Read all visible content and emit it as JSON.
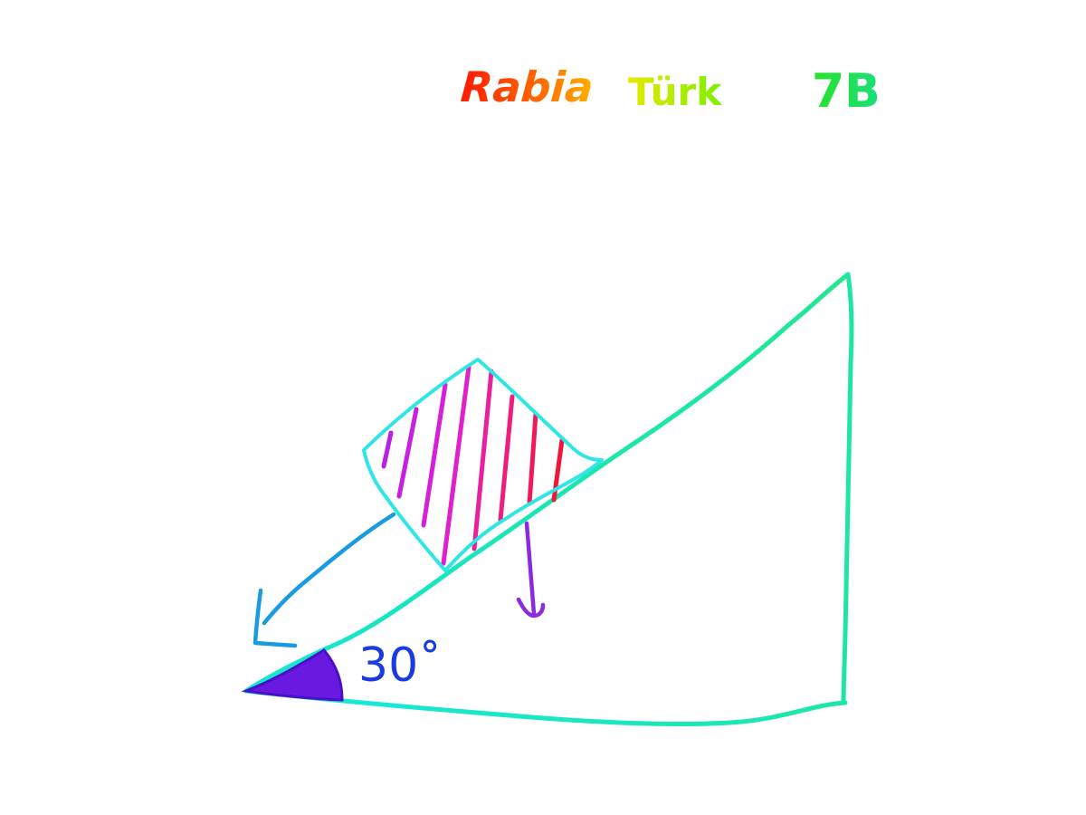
{
  "header": {
    "first_name": "Rabia",
    "last_name": "Türk",
    "class_label": "7B"
  },
  "diagram": {
    "angle_label": "30˚"
  },
  "colors": {
    "incline": "#1fe6b0",
    "block_outline": "#2fe6e6",
    "force_arrow_down_slope": "#1a9be0",
    "weight_arrow": "#8a2be2",
    "angle_fill": "#6a1ae0",
    "angle_label": "#1a3be0",
    "name_first": "#ff2a00",
    "name_last": "#c8f000",
    "class_label": "#22e04a"
  }
}
